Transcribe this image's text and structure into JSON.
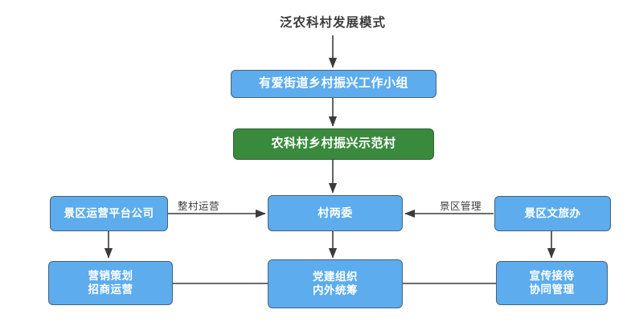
{
  "diagram": {
    "title": "泛农科村发展模式",
    "colors": {
      "blue_fill": "#5cacee",
      "green_fill": "#3a8a3e",
      "border": "#4b6276",
      "text_on_node": "#ffffff",
      "title_text": "#3b3b3b",
      "edge_stroke": "#3b3b3b",
      "background": "#ffffff"
    },
    "nodes": {
      "street_group": "有爱街道乡村振兴工作小组",
      "demo_village": "农科村乡村振兴示范村",
      "platform_company": "景区运营平台公司",
      "village_committee": "村两委",
      "culture_tourism_office": "景区文旅办",
      "marketing": "营销策划\n招商运营",
      "party_building": "党建组织\n内外统筹",
      "publicity": "宣传接待\n协同管理"
    },
    "edge_labels": {
      "whole_village_operation": "整村运营",
      "scenic_management": "景区管理"
    }
  }
}
